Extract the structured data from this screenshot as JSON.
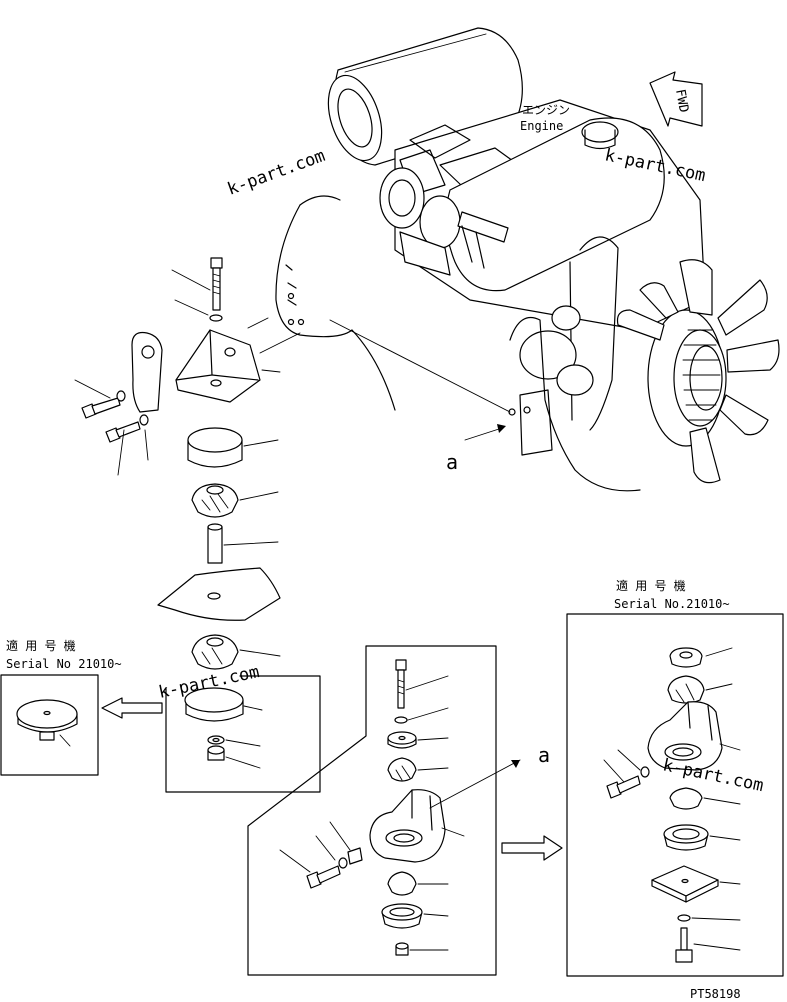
{
  "engine_label": {
    "jp": "エンジン",
    "en": "Engine"
  },
  "fwd_label": "FWD",
  "callout_letter": "a",
  "serial_box_left": {
    "jp": "適 用 号 機",
    "en": "Serial No 21010~"
  },
  "serial_box_right": {
    "jp": "適 用 号 機",
    "en": "Serial No.21010~"
  },
  "watermark": "k-part.com",
  "drawing_number": "PT58198",
  "colors": {
    "line": "#000000",
    "background": "#ffffff",
    "watermark": "#9a9a9a"
  }
}
